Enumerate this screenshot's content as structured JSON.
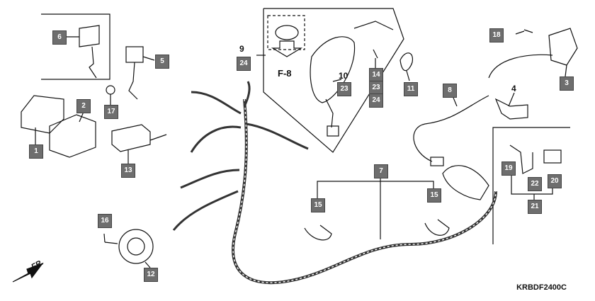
{
  "diagram": {
    "callouts": [
      {
        "id": "c1",
        "label": "1"
      },
      {
        "id": "c2",
        "label": "2"
      },
      {
        "id": "c3",
        "label": "3"
      },
      {
        "id": "c5",
        "label": "5"
      },
      {
        "id": "c6",
        "label": "6"
      },
      {
        "id": "c7",
        "label": "7"
      },
      {
        "id": "c8",
        "label": "8"
      },
      {
        "id": "c11",
        "label": "11"
      },
      {
        "id": "c12",
        "label": "12"
      },
      {
        "id": "c13",
        "label": "13"
      },
      {
        "id": "c14",
        "label": "14"
      },
      {
        "id": "c15a",
        "label": "15"
      },
      {
        "id": "c15b",
        "label": "15"
      },
      {
        "id": "c16",
        "label": "16"
      },
      {
        "id": "c17",
        "label": "17"
      },
      {
        "id": "c18",
        "label": "18"
      },
      {
        "id": "c19",
        "label": "19"
      },
      {
        "id": "c20",
        "label": "20"
      },
      {
        "id": "c21",
        "label": "21"
      },
      {
        "id": "c22",
        "label": "22"
      },
      {
        "id": "c23a",
        "label": "23"
      },
      {
        "id": "c23b",
        "label": "23"
      },
      {
        "id": "c24a",
        "label": "24"
      },
      {
        "id": "c24b",
        "label": "24"
      }
    ],
    "plain_labels": [
      {
        "id": "p4",
        "label": "4"
      },
      {
        "id": "p9",
        "label": "9"
      },
      {
        "id": "p10",
        "label": "10"
      }
    ],
    "ref_text": "F-8",
    "direction_text": "FR.",
    "diagram_code": "KRBDF2400C"
  }
}
